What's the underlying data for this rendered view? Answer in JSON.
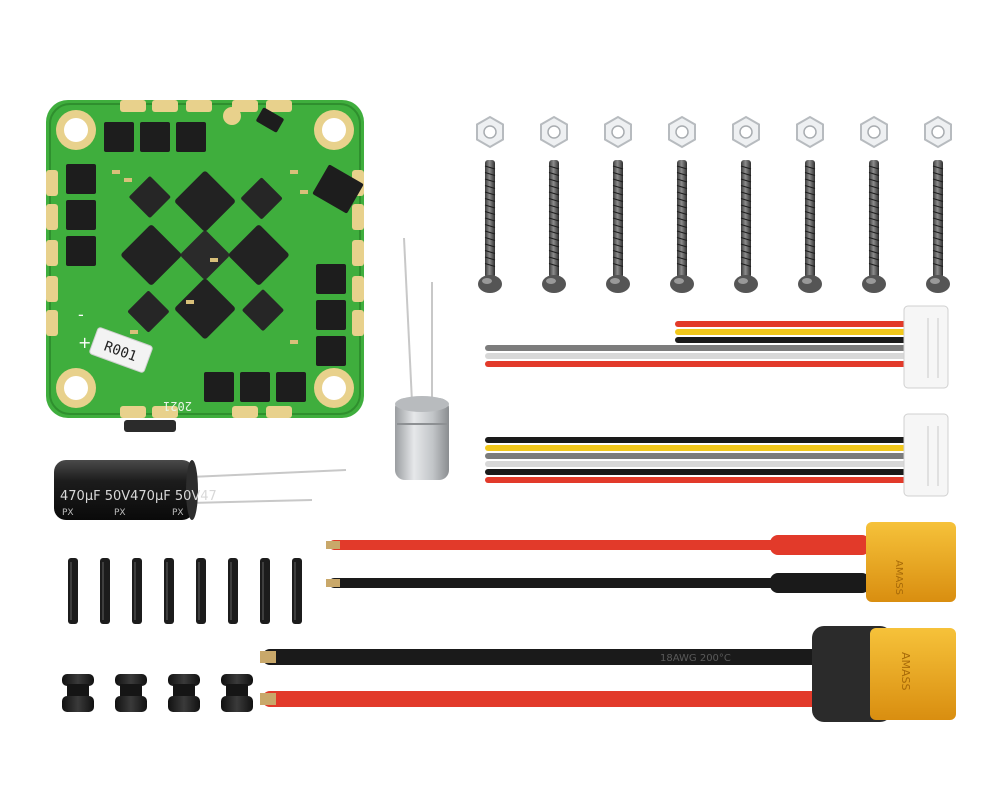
{
  "board": {
    "resistor_label": "R001",
    "bottom_code": "2021",
    "plus_mark": "+",
    "minus_mark": "-"
  },
  "large_capacitor": {
    "marking": "470µF 50V470µF 50V47",
    "brand_left": "PX",
    "brand_mid": "PX",
    "brand_right": "PX"
  },
  "xt30_connector": {
    "mark": "AMASS"
  },
  "xt60_connector": {
    "mark": "AMASS",
    "cable_mark": "18AWG 200°C"
  },
  "colors": {
    "pcb_green": "#3fae3d",
    "gold_pad": "#e8d18c",
    "wire_red": "#e23a2a",
    "wire_black": "#1a1a1a",
    "wire_yellow": "#f2c81c",
    "wire_grey": "#a8a8a8",
    "connector_yellow": "#f2b020"
  },
  "items": {
    "nuts_count": 8,
    "screws_count": 8,
    "tubes_count": 8,
    "grommets_count": 4
  }
}
